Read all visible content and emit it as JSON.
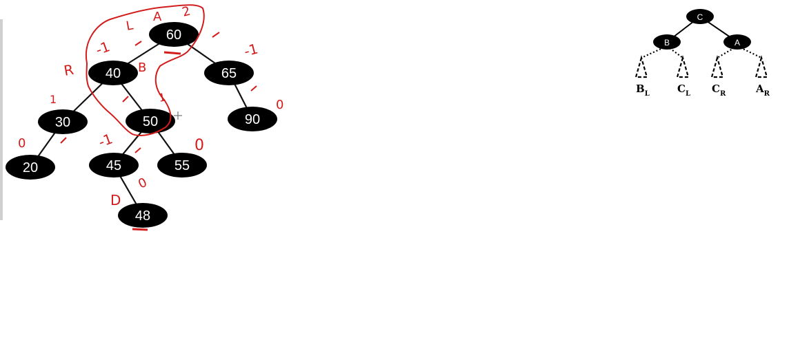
{
  "colors": {
    "node": "#000000",
    "node_text": "#ffffff",
    "ink": "#d21b1b",
    "edge": "#111111"
  },
  "avl_tree": {
    "nodes": [
      {
        "id": "n60",
        "label": "60"
      },
      {
        "id": "n40",
        "label": "40"
      },
      {
        "id": "n65",
        "label": "65"
      },
      {
        "id": "n30",
        "label": "30"
      },
      {
        "id": "n50",
        "label": "50"
      },
      {
        "id": "n90",
        "label": "90"
      },
      {
        "id": "n20",
        "label": "20"
      },
      {
        "id": "n45",
        "label": "45"
      },
      {
        "id": "n55",
        "label": "55"
      },
      {
        "id": "n48",
        "label": "48"
      }
    ],
    "edges": [
      [
        "n60",
        "n40"
      ],
      [
        "n60",
        "n65"
      ],
      [
        "n40",
        "n30"
      ],
      [
        "n40",
        "n50"
      ],
      [
        "n65",
        "n90"
      ],
      [
        "n30",
        "n20"
      ],
      [
        "n50",
        "n45"
      ],
      [
        "n50",
        "n55"
      ],
      [
        "n45",
        "n48"
      ]
    ]
  },
  "annotations": {
    "bf_60": "2",
    "bf_40": "-1",
    "bf_65": "-1",
    "bf_30": "1",
    "bf_50": "1",
    "bf_90": "0",
    "bf_20": "0",
    "bf_45": "-1",
    "bf_55": "0",
    "bf_48": "0",
    "letter_r": "R",
    "letter_l": "L",
    "letter_a": "A",
    "letter_b": "B",
    "letter_d": "D"
  },
  "rotation_diagram": {
    "nodes": [
      {
        "id": "c",
        "label": "C"
      },
      {
        "id": "b",
        "label": "B"
      },
      {
        "id": "a",
        "label": "A"
      }
    ],
    "subtrees": [
      {
        "base": "B",
        "sub": "L"
      },
      {
        "base": "C",
        "sub": "L"
      },
      {
        "base": "C",
        "sub": "R"
      },
      {
        "base": "A",
        "sub": "R"
      }
    ]
  }
}
